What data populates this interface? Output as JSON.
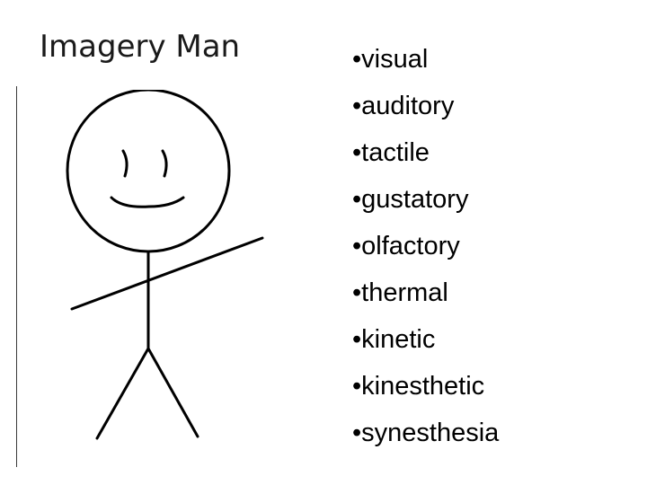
{
  "slide": {
    "title": "Imagery Man",
    "bullet_marker": "•",
    "items": [
      "visual",
      "auditory",
      "tactile",
      "gustatory",
      "olfactory",
      "thermal",
      "kinetic",
      "kinesthetic",
      "synesthesia"
    ]
  },
  "figure": {
    "icon": "stick-figure-drawing",
    "stroke_color": "#000000"
  }
}
